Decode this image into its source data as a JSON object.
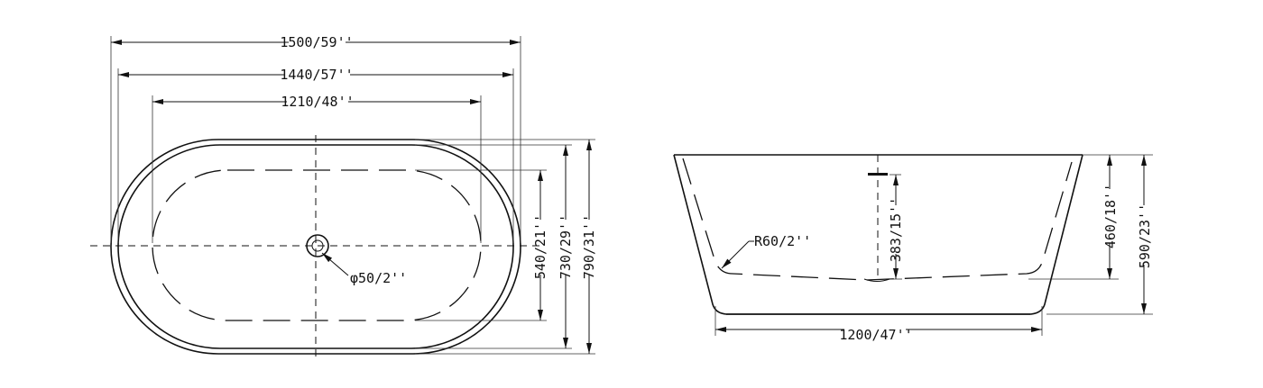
{
  "top_view": {
    "overall_length": "1500/59''",
    "outer_rim_length": "1440/57''",
    "inner_basin_length": "1210/48''",
    "inner_basin_width": "540/21''",
    "outer_rim_width": "730/29''",
    "overall_width": "790/31''",
    "drain_diameter": "φ50/2''"
  },
  "side_view": {
    "inner_corner_radius": "R60/2''",
    "overflow_height": "383/15''",
    "inner_depth": "460/18''",
    "overall_height": "590/23''",
    "base_length": "1200/47''"
  }
}
